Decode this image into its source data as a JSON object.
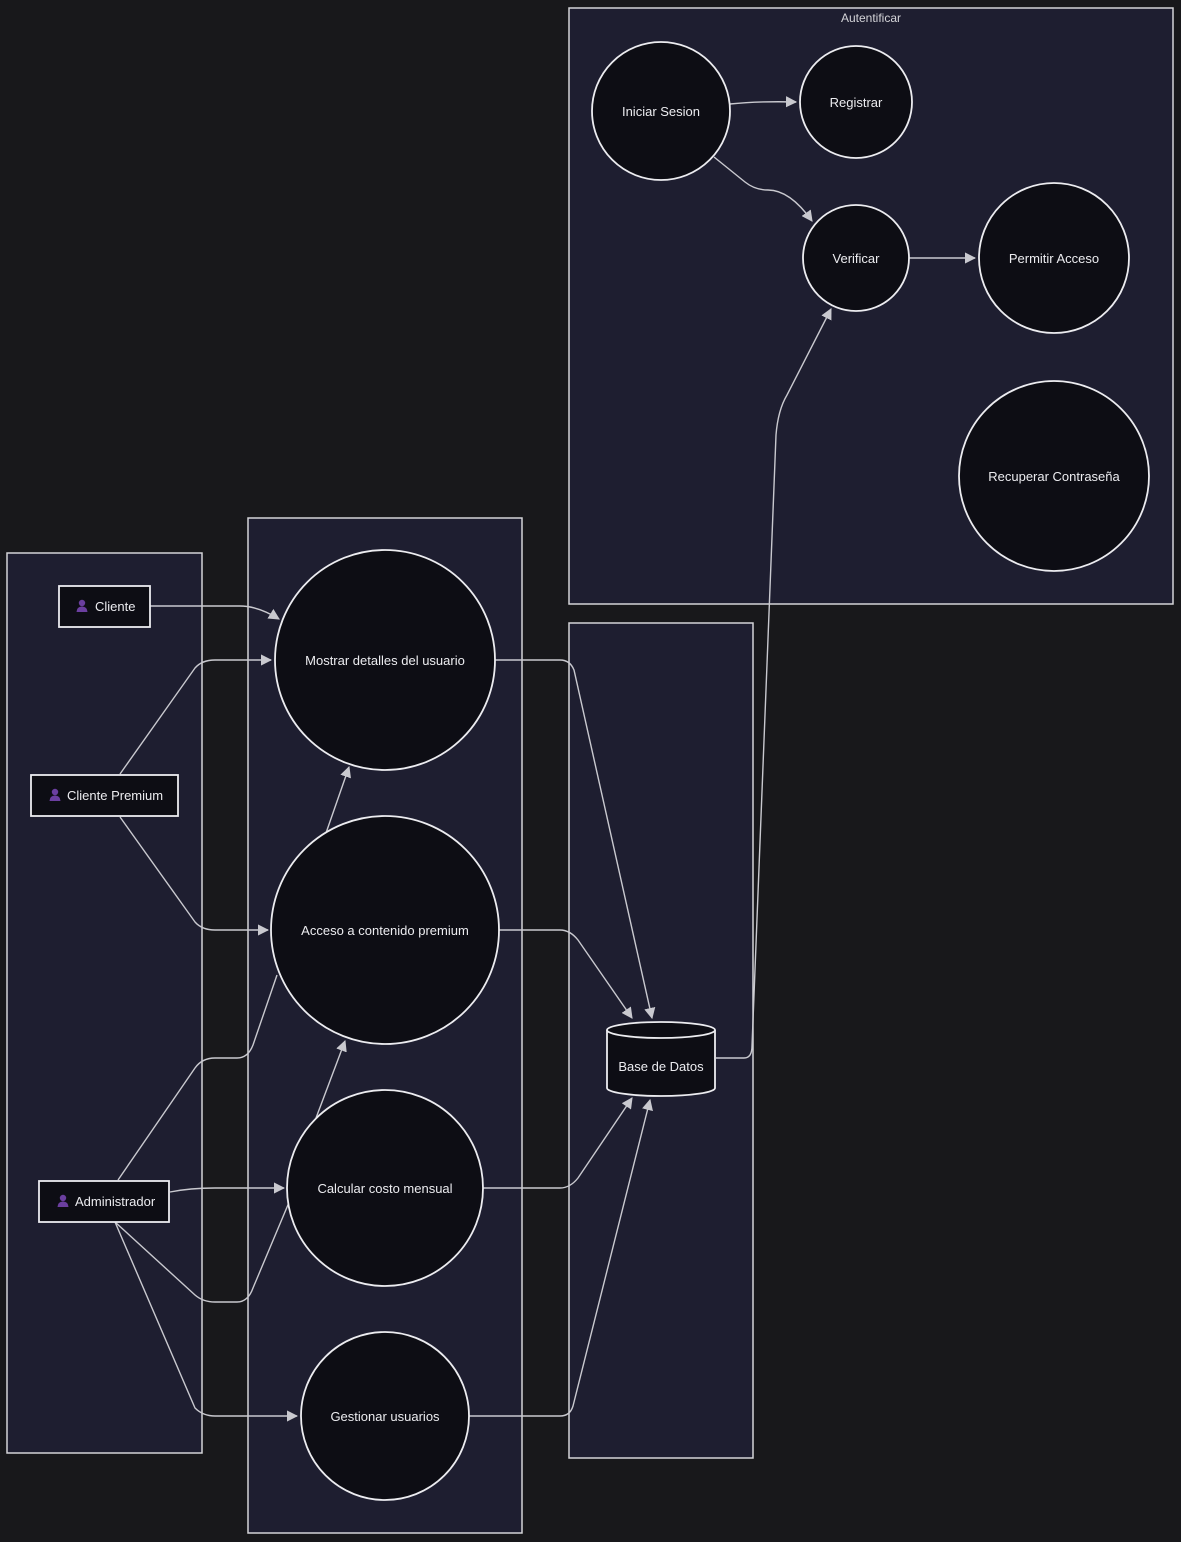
{
  "clusters": {
    "autentificar": {
      "title": "Autentificar"
    }
  },
  "actors": {
    "cliente": {
      "label": "Cliente",
      "icon": "user-icon"
    },
    "cliente_premium": {
      "label": "Cliente Premium",
      "icon": "user-icon"
    },
    "administrador": {
      "label": "Administrador",
      "icon": "user-icon"
    }
  },
  "use_cases": {
    "mostrar_detalles": "Mostrar detalles del usuario",
    "acceso_premium": "Acceso a contenido premium",
    "calcular_costo": "Calcular costo mensual",
    "gestionar_usuarios": "Gestionar usuarios",
    "iniciar_sesion": "Iniciar Sesion",
    "registrar": "Registrar",
    "verificar": "Verificar",
    "permitir_acceso": "Permitir Acceso",
    "recuperar_contrasena": "Recuperar Contraseña"
  },
  "database": {
    "label": "Base de Datos"
  },
  "colors": {
    "background": "#18181b",
    "cluster_fill": "#1e1e30",
    "node_fill": "#0d0d14",
    "stroke": "#ececf0",
    "actor_icon": "#6b3fa0"
  }
}
